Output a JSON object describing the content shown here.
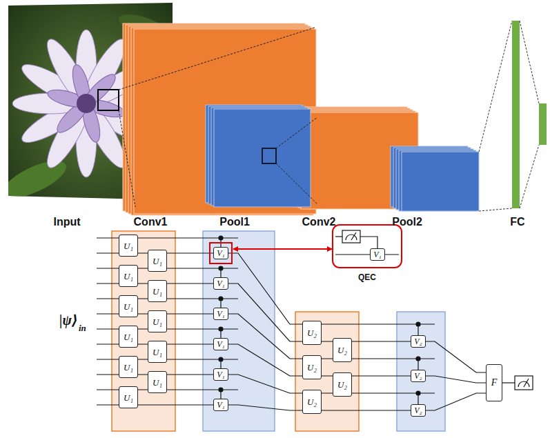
{
  "diagram": {
    "nodes": [
      {
        "text": [
          "U₁"
        ]
      },
      {
        "text": [
          "U₁"
        ]
      },
      {
        "text": [
          "U₁"
        ]
      },
      {
        "text": [
          "U₁"
        ]
      },
      {
        "text": [
          "U₁"
        ]
      },
      {
        "text": [
          "U₁"
        ]
      },
      {
        "text": [
          "U₁"
        ]
      },
      {
        "text": [
          "U₁"
        ]
      },
      {
        "text": [
          "U₁"
        ]
      },
      {
        "text": [
          "U₁"
        ]
      },
      {
        "text": [
          "U₁"
        ]
      },
      {
        "text": [
          "V₁"
        ]
      },
      {
        "text": [
          "V₁"
        ]
      },
      {
        "text": [
          "V₁"
        ]
      },
      {
        "text": [
          "V₁"
        ]
      },
      {
        "text": [
          "V₁"
        ]
      },
      {
        "text": [
          "V₁"
        ]
      },
      {
        "text": [
          "QEC"
        ]
      },
      {
        "text": [
          "V₁"
        ],
        "in": 17
      },
      {
        "text": [
          "U₂"
        ]
      },
      {
        "text": [
          "U₂"
        ]
      },
      {
        "text": [
          "U₂"
        ]
      },
      {
        "text": [
          "U₂"
        ]
      },
      {
        "text": [
          "U₂"
        ]
      },
      {
        "text": [
          "V₂"
        ]
      },
      {
        "text": [
          "V₂"
        ]
      },
      {
        "text": [
          "V₂"
        ]
      },
      {
        "text": [
          "F"
        ]
      }
    ],
    "edges": [
      {
        "from": 11,
        "to": 17,
        "arrow": "both"
      }
    ],
    "labels": [
      "Input",
      "Conv1",
      "Pool1",
      "Conv2",
      "Pool2",
      "FC",
      "|ψ⟩",
      "in"
    ]
  }
}
